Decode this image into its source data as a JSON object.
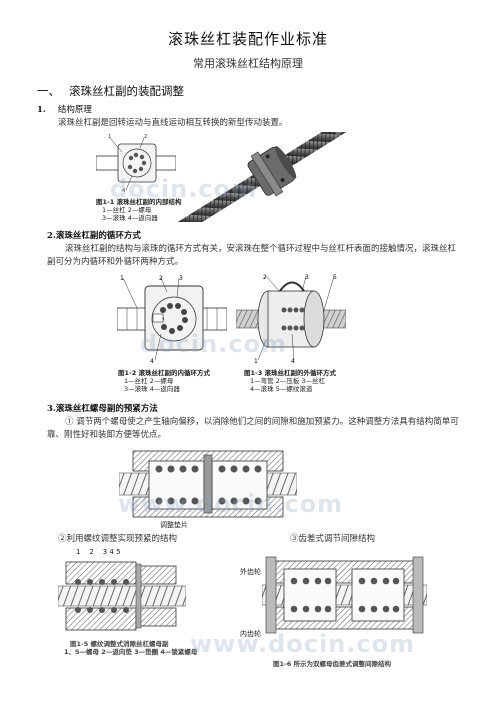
{
  "doc": {
    "title": "滚珠丝杠装配作业标准",
    "subtitle": "常用滚珠丝杠结构原理"
  },
  "section1": {
    "num": "一、",
    "title": "滚珠丝杠副的装配调整"
  },
  "item1": {
    "num": "1.",
    "title": "结构原理",
    "text": "滚珠丝杠副是回转运动与直线运动相互转换的新型传动装置。"
  },
  "fig1": {
    "caption1": "图1-1 滚珠丝杠副的内部结构",
    "caption2": "1—丝杠 2—螺母",
    "caption3": "3—滚珠 4—返向器"
  },
  "item2": {
    "title": "2.滚珠丝杠副的循环方式",
    "text": "滚珠丝杠副的结构与滚珠的循环方式有关，安滚珠在整个循环过程中与丝杠杆表面的接触情况，滚珠丝杠副可分为内循环和外循环两种方式。"
  },
  "fig2": {
    "caption1": "图1-2 滚珠丝杠副的内循环方式",
    "caption2": "1—丝杠 2—螺母",
    "caption3": "3—滚珠 4—返向器"
  },
  "fig3": {
    "caption1": "图1-3 滚珠丝杠副的外循环方式",
    "caption2": "1—弯管 2—压板 3—丝杠",
    "caption3": "4—滚珠 5—螺纹滚道"
  },
  "item3": {
    "title": "3.滚珠丝杠螺母副的预紧方法",
    "text": "① 调节两个螺母使之产生轴向偏移，以消除他们之间的间隙和施加预紧力。这种调整方法具有结构简单可靠、刚性好和装卸方便等优点。"
  },
  "fig4": {
    "label": "调整垫片"
  },
  "sub2": {
    "label": "②利用螺纹调整实现预紧的结构"
  },
  "sub3": {
    "label": "③齿差式调节间隙结构"
  },
  "fig5": {
    "nums": "1    2    3 4 5",
    "caption1": "图1-5 螺纹调整式消隙丝杠螺母副",
    "caption2": "1、5—螺母 2—返向垫 3—垫圈 4—锁紧螺母"
  },
  "fig6": {
    "outer_gear": "外齿轮",
    "inner_gear": "内齿轮",
    "caption": "图1-6 所示为双螺母齿差式调整间隙结构"
  },
  "watermark": "www.docin.com",
  "watermark_short": "docin.com",
  "colors": {
    "caption_blue": "#1a1a1a",
    "metal": "#6d6d6d",
    "highlight": "#d9d9d9"
  }
}
